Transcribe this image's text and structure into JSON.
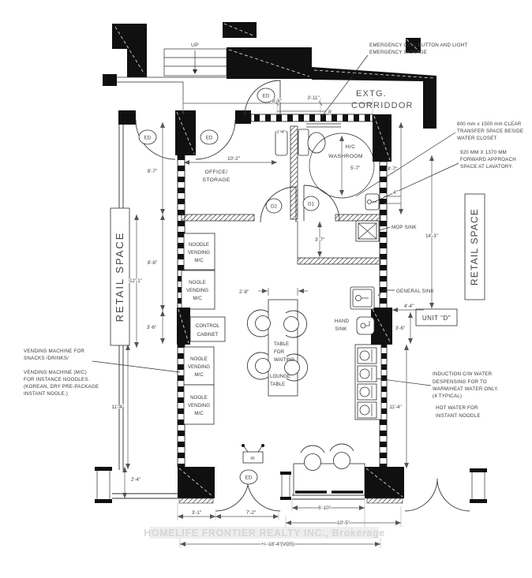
{
  "watermark": "HOMELIFE FRONTIER REALTY INC., Brokerage",
  "up": "UP",
  "corridor": {
    "l1": "EXTG.",
    "l2": "CORRIDDOR"
  },
  "office": {
    "l1": "OFFICE/",
    "l2": "STORAGE"
  },
  "washroom": {
    "l1": "H/C",
    "l2": "WASHROOM",
    "circle_dim": "5'-7\"",
    "alcove_dim": "3'-7\""
  },
  "retail_left": "RETAIL SPACE",
  "retail_right": "RETAIL SPACE",
  "unit_label": "UNIT \"D\"",
  "mop_sink": "MOP SINK",
  "general_sink": "GENERAL SINK",
  "hand_sink": {
    "l1": "HAND",
    "l2": "SINK"
  },
  "waiting_table": {
    "l1": "TABLE",
    "l2": "FOR",
    "l3": "WAITING",
    "l4": "LOUNGE",
    "l5": "TABLE",
    "width_dim": "2'-8\""
  },
  "control_cabinet": {
    "l1": "CONTROL",
    "l2": "CABINET"
  },
  "vending": {
    "b1": {
      "l1": "NOODLE",
      "l2": "VENDING",
      "l3": "M/C"
    },
    "b2": {
      "l1": "NOOLE",
      "l2": "VENDING",
      "l3": "M/C"
    },
    "b3": {
      "l1": "NOOLE",
      "l2": "VENDING",
      "l3": "M/C"
    },
    "b4": {
      "l1": "NOOLE",
      "l2": "VENDING",
      "l3": "M/C"
    }
  },
  "tags": {
    "ed": "ED",
    "d1": "D1",
    "d2": "D2",
    "tv": "m"
  },
  "ann": {
    "emergency": {
      "l1": "EMERGENCY CALL BUTTON AND LIGHT",
      "l2": "EMERGENCY SIGNAGE"
    },
    "transfer": {
      "l1": "800 mm x 1500 mm CLEAR",
      "l2": "TRANSFER SPACE BESIDE",
      "l3": "WATER CLOSET"
    },
    "forward": {
      "l1": "920 MM X 1370 MM",
      "l2": "FORWARD APPROACH",
      "l3": "SPACE AT LAVATORY."
    },
    "snacks": {
      "l1": "VENDING MACHINE FOR",
      "l2": "SNACKS /DRINKS/"
    },
    "noodles": {
      "l1": "VENDING MACHINE (M/C)",
      "l2": "FOR INSTANCE NOODLES.",
      "l3": "(KOREAN, DRY PRE-PACKAGE",
      "l4": "INSTANT NOOLE.)"
    },
    "induction": {
      "l1": "INDUCTION C/W WATER",
      "l2": "DESPENSING FOR TO",
      "l3": "WARM/HEAT WATER ONLY.",
      "l4": "(4 TYPICAL)"
    },
    "hot": {
      "l1": "HOT WATER FOR",
      "l2": "INSTANT NOODLE"
    }
  },
  "dims": {
    "left_8_7": "8'-7\"",
    "left_8_8": "8'-8\"",
    "left_3_6": "3'-6\"",
    "left_12_1": "12'-1\"",
    "left_11_4": "11'-4\"",
    "left_2_4": "2'-4\"",
    "right_8_7": "8'-7\"",
    "right_4": "4\"",
    "right_14_3": "14'-3\"",
    "right_4_4": "4'-4\"",
    "right_3_6": "3'-6\"",
    "right_11_4": "11'-4\"",
    "top_8_6": "8'-6\"",
    "top_3_11": "3'-11\"",
    "top_8": "8'",
    "top_1_4": "1'-4\"",
    "office_10_2": "10'-2\"",
    "bot_3_1": "3'-1\"",
    "bot_7_2": "7'-2\"",
    "bot_6_10": "6'-10\"",
    "bot_10_5": "10'-5\"",
    "bot_overall": "+/- 18'-4\"(VOS)"
  }
}
